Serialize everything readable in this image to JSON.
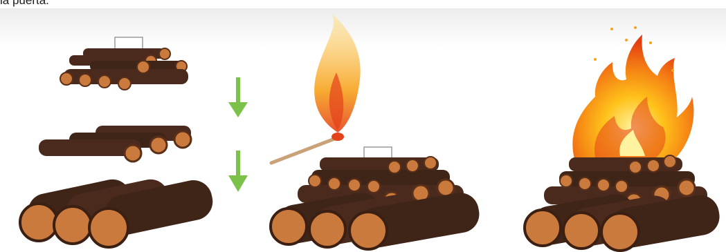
{
  "caption": {
    "text": "la puerta."
  },
  "steps": [
    {
      "name": "tinder-kindling-logs",
      "arrows": [
        "arrow-down",
        "arrow-down"
      ]
    },
    {
      "name": "light-with-match",
      "icon": "match-flame-icon"
    },
    {
      "name": "burning-campfire",
      "icon": "fire-icon"
    }
  ],
  "colors": {
    "wood": "#4a2a1c",
    "log_end": "#c97a3c",
    "arrow": "#7cc24a",
    "flame_outer": "#f7a21c",
    "flame_inner": "#e4421a",
    "band": "#ececec"
  }
}
